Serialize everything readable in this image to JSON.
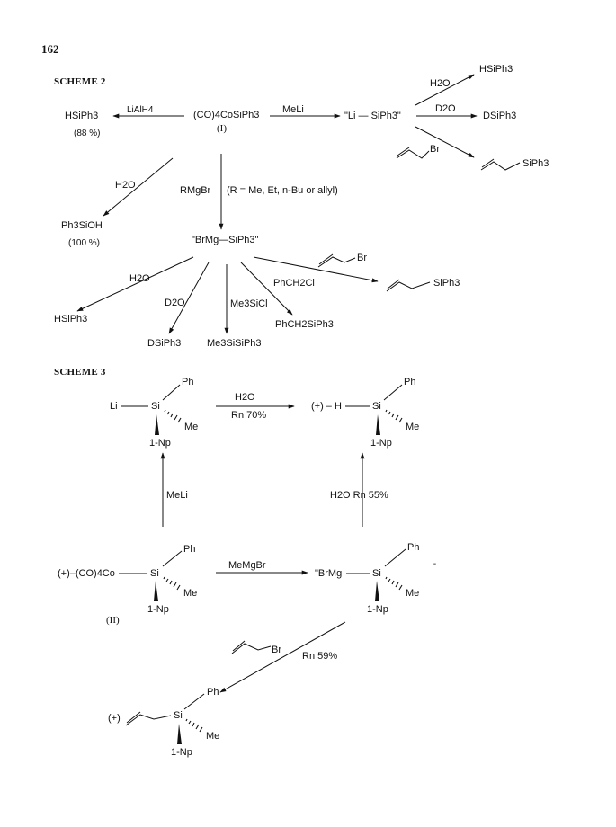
{
  "page_number": "162",
  "scheme2": {
    "title": "SCHEME 2",
    "c_cosiph3": "(CO)4CoSiPh3",
    "label_I": "(I)",
    "r_lialh4": "LiAlH4",
    "p_hsiph3_left": "HSiPh3",
    "y_88": "(88 %)",
    "r_meli": "MeLi",
    "c_lisiph3": "\"Li — SiPh3\"",
    "r_h2o_top": "H2O",
    "p_hsiph3_top": "HSiPh3",
    "r_d2o_top": "D2O",
    "p_dsiph3_top": "DSiPh3",
    "r_allylbr_top": "Br",
    "p_allylsi_top": "SiPh3",
    "r_h2o_left": "H2O",
    "p_ph3sioh": "Ph3SiOH",
    "y_100": "(100 %)",
    "r_rmgbr": "RMgBr",
    "r_rdef": "(R = Me, Et, n-Bu or allyl)",
    "c_brmgsi": "\"BrMg—SiPh3\"",
    "r_allylbr_mid": "Br",
    "r_phch2cl": "PhCH2Cl",
    "p_allylsi_mid": "SiPh3",
    "r_h2o_b": "H2O",
    "r_d2o_b": "D2O",
    "r_me3sicl": "Me3SiCl",
    "p_hsiph3_b": "HSiPh3",
    "p_dsiph3_b": "DSiPh3",
    "p_me3sisi": "Me3SiSiPh3",
    "p_phch2si": "PhCH2SiPh3"
  },
  "scheme3": {
    "title": "SCHEME 3",
    "ph": "Ph",
    "me": "Me",
    "np": "1-Np",
    "si": "Si",
    "li": "Li",
    "plus_h": "(+) – H",
    "r_h2o": "H2O",
    "r_rn70": "Rn 70%",
    "r_meli": "MeLi",
    "r_h2o_rn55": "H2O  Rn 55%",
    "co_prefix": "(+)–(CO)4Co",
    "r_memgbr": "MeMgBr",
    "brmg": "\"BrMg",
    "quote": "\"",
    "label_II": "(II)",
    "r_br": "Br",
    "r_rn59": "Rn 59%",
    "plus": "(+)"
  },
  "colors": {
    "ink": "#111111",
    "paper": "#ffffff"
  }
}
